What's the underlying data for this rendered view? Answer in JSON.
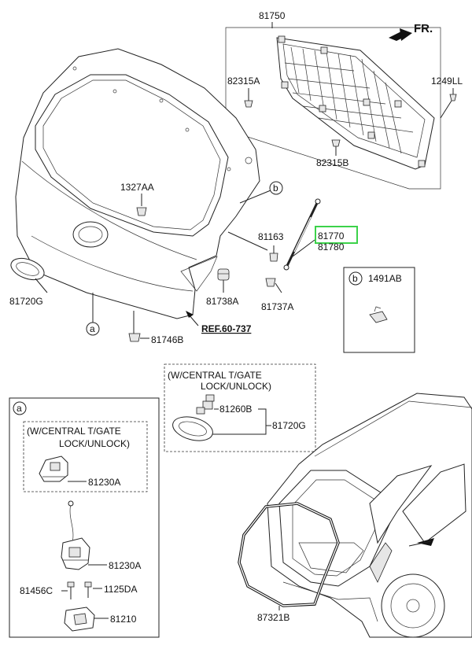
{
  "orientation": {
    "label": "FR.",
    "icon": "forward-arrow-icon"
  },
  "refs": {
    "ref_label": "REF.60-737",
    "callout_a": "a",
    "callout_b": "b"
  },
  "parts": {
    "p81750": "81750",
    "p82315A": "82315A",
    "p1249LL": "1249LL",
    "p82315B": "82315B",
    "p1327AA": "1327AA",
    "p81163": "81163",
    "p81770": "81770",
    "p81780": "81780",
    "p81720G_main": "81720G",
    "p81738A": "81738A",
    "p81737A": "81737A",
    "p81746B": "81746B"
  },
  "inset_b": {
    "callout": "b",
    "part": "1491AB"
  },
  "central_lock_box": {
    "title_line1": "(W/CENTRAL T/GATE",
    "title_line2": "LOCK/UNLOCK)",
    "p81260B": "81260B",
    "p81720G": "81720G"
  },
  "detail_a": {
    "callout": "a",
    "sub_title_line1": "(W/CENTRAL T/GATE",
    "sub_title_line2": "LOCK/UNLOCK)",
    "p81230A_top": "81230A",
    "p81230A": "81230A",
    "p81456C": "81456C",
    "p1125DA": "1125DA",
    "p81210": "81210"
  },
  "weatherstrip": {
    "p87321B": "87321B"
  },
  "colors": {
    "highlight": "#3cd24a",
    "line": "#222222"
  }
}
